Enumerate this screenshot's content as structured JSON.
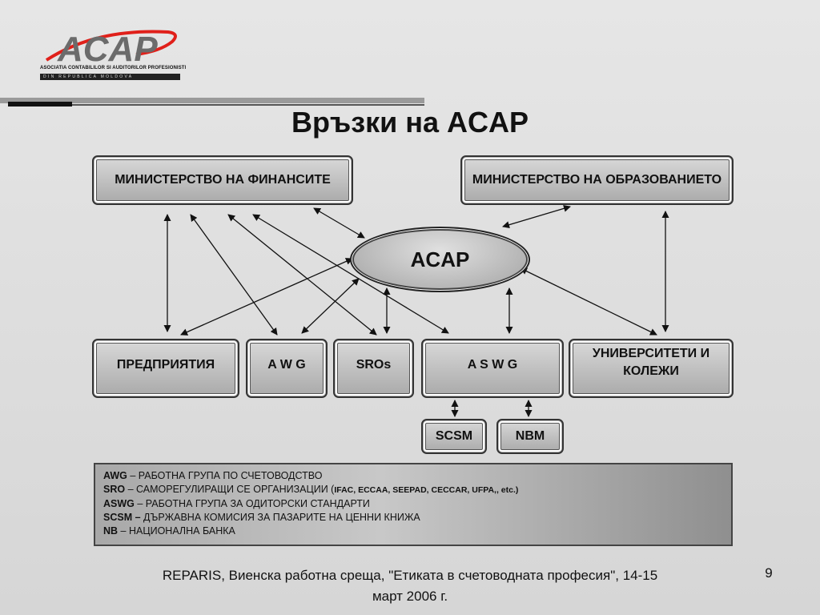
{
  "logo": {
    "name": "ACAP",
    "subtitle": "ASOCIATIA CONTABILILOR SI AUDITORILOR PROFESIONISTI",
    "subtitle2": "DIN REPUBLICA MOLDOVA"
  },
  "title": "Връзки на ACAP",
  "nodes": {
    "ministry_finance": "МИНИСТЕРСТВО НА ФИНАНСИТЕ",
    "ministry_education": "МИНИСТЕРСТВО НА ОБРАЗОВАНИЕТО",
    "center": "ACAP",
    "enterprises": "ПРЕДПРИЯТИЯ",
    "awg": "A W G",
    "sros": "SROs",
    "aswg": "A S W G",
    "universities": "УНИВЕРСИТЕТИ И КОЛЕЖИ",
    "scsm": "SCSM",
    "nbm": "NBM"
  },
  "legend": {
    "awg": {
      "abbr": "AWG",
      "sep": " – ",
      "text": "РАБОТНА ГРУПА ПО СЧЕТОВОДСТВО"
    },
    "sro": {
      "abbr": "SRO",
      "sep": " – ",
      "text": "САМОРЕГУЛИРАЩИ СЕ ОРГАНИЗАЦИИ (",
      "extra": "IFAC, ECCAA, SEEPAD, CECCAR, UFPA,, etc.)"
    },
    "aswg": {
      "abbr": "ASWG",
      "sep": " – ",
      "text": "РАБОТНА ГРУПА ЗА ОДИТОРСКИ СТАНДАРТИ"
    },
    "scsm": {
      "abbr": "SCSM –",
      "sep": " ",
      "text": "ДЪРЖАВНА КОМИСИЯ ЗА ПАЗАРИТЕ НА ЦЕННИ КНИЖА"
    },
    "nb": {
      "abbr": "NB",
      "sep": " – ",
      "text": "НАЦИОНАЛНА БАНКА"
    }
  },
  "footer": "REPARIS, Виенска работна среща, \"Етиката в счетоводната професия\", 14-15 март 2006 г.",
  "page_number": "9",
  "colors": {
    "logo_red": "#e0201a",
    "logo_gray": "#6b6b6b"
  }
}
